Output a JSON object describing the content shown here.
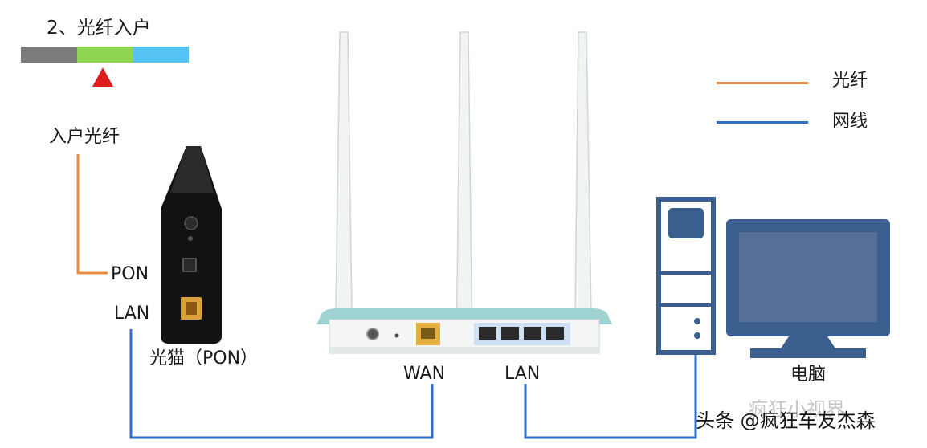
{
  "step_title": "2、光纤入户",
  "legend": {
    "fiber_label": "光纤",
    "network_label": "网线",
    "fiber_color": "#f08a3c",
    "network_color": "#2f6fc6"
  },
  "labels": {
    "incoming_fiber": "入户光纤",
    "pon_port": "PON",
    "modem_lan_port": "LAN",
    "modem_name": "光猫（PON）",
    "router_wan_port": "WAN",
    "router_lan_port": "LAN",
    "computer_name": "电脑"
  },
  "watermark": {
    "text": "头条 @疯狂车友杰森",
    "ghost_text": "疯狂小视界"
  }
}
